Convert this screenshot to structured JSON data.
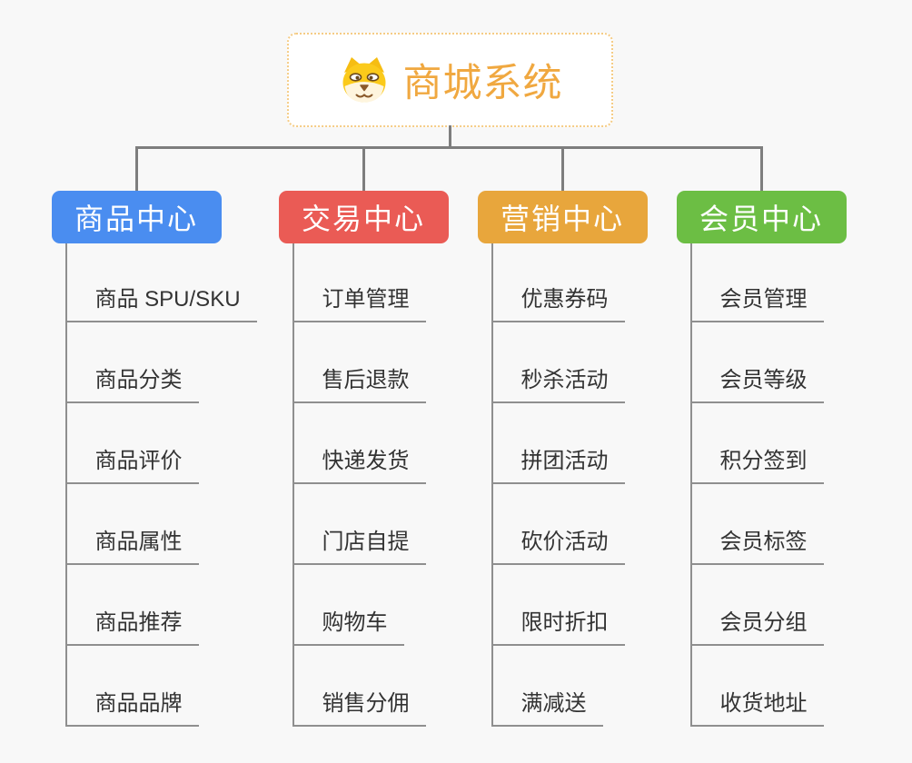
{
  "root": {
    "title": "商城系统",
    "icon": "dog-face-icon"
  },
  "branches": [
    {
      "label": "商品中心",
      "color": "#4A8DF0",
      "items": [
        "商品 SPU/SKU",
        "商品分类",
        "商品评价",
        "商品属性",
        "商品推荐",
        "商品品牌"
      ]
    },
    {
      "label": "交易中心",
      "color": "#EA5B55",
      "items": [
        "订单管理",
        "售后退款",
        "快递发货",
        "门店自提",
        "购物车",
        "销售分佣"
      ]
    },
    {
      "label": "营销中心",
      "color": "#E8A63C",
      "items": [
        "优惠券码",
        "秒杀活动",
        "拼团活动",
        "砍价活动",
        "限时折扣",
        "满减送"
      ]
    },
    {
      "label": "会员中心",
      "color": "#6CBE44",
      "items": [
        "会员管理",
        "会员等级",
        "积分签到",
        "会员标签",
        "会员分组",
        "收货地址"
      ]
    }
  ],
  "colors": {
    "background": "#F8F8F8",
    "root_accent": "#F0A840",
    "root_border": "#F5CC85",
    "connector_line": "#7E7E7E",
    "spine_line": "#8F8F8F",
    "item_text": "#333333",
    "node_text": "#FFFFFF",
    "icon_yellow": "#FBCA1B",
    "icon_cream": "#FEF5DE",
    "icon_brown": "#8A5A2B"
  }
}
